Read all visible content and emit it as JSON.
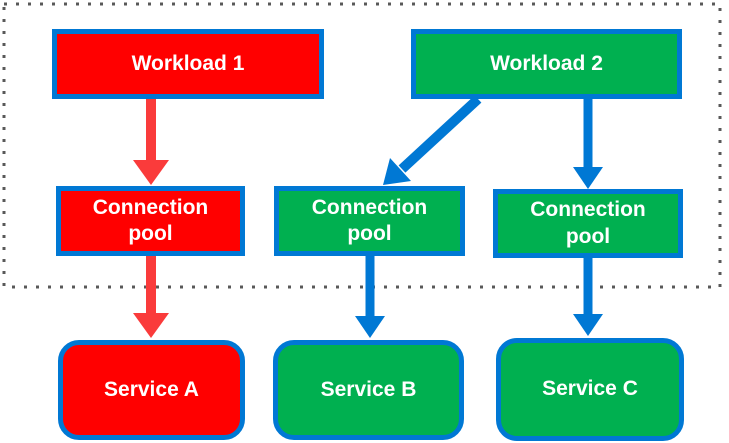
{
  "colors": {
    "red": "#FF0000",
    "green": "#00B050",
    "blue": "#0078D4",
    "arrow-red": "#FA3B3B",
    "arrow-blue": "#0078D4",
    "dotted-border": "#595959",
    "text": "#FFFFFF",
    "background": "#FFFFFF"
  },
  "nodes": {
    "workload1": {
      "label": "Workload 1",
      "color": "red"
    },
    "workload2": {
      "label": "Workload 2",
      "color": "green"
    },
    "pool1": {
      "label": "Connection\npool",
      "color": "red"
    },
    "pool2": {
      "label": "Connection\npool",
      "color": "green"
    },
    "pool3": {
      "label": "Connection\npool",
      "color": "green"
    },
    "serviceA": {
      "label": "Service A",
      "color": "red"
    },
    "serviceB": {
      "label": "Service B",
      "color": "green"
    },
    "serviceC": {
      "label": "Service C",
      "color": "green"
    }
  },
  "edges": [
    {
      "from": "workload1",
      "to": "pool1",
      "color": "red"
    },
    {
      "from": "workload2",
      "to": "pool2",
      "color": "blue"
    },
    {
      "from": "workload2",
      "to": "pool3",
      "color": "blue"
    },
    {
      "from": "pool1",
      "to": "serviceA",
      "color": "red"
    },
    {
      "from": "pool2",
      "to": "serviceB",
      "color": "blue"
    },
    {
      "from": "pool3",
      "to": "serviceC",
      "color": "blue"
    }
  ]
}
